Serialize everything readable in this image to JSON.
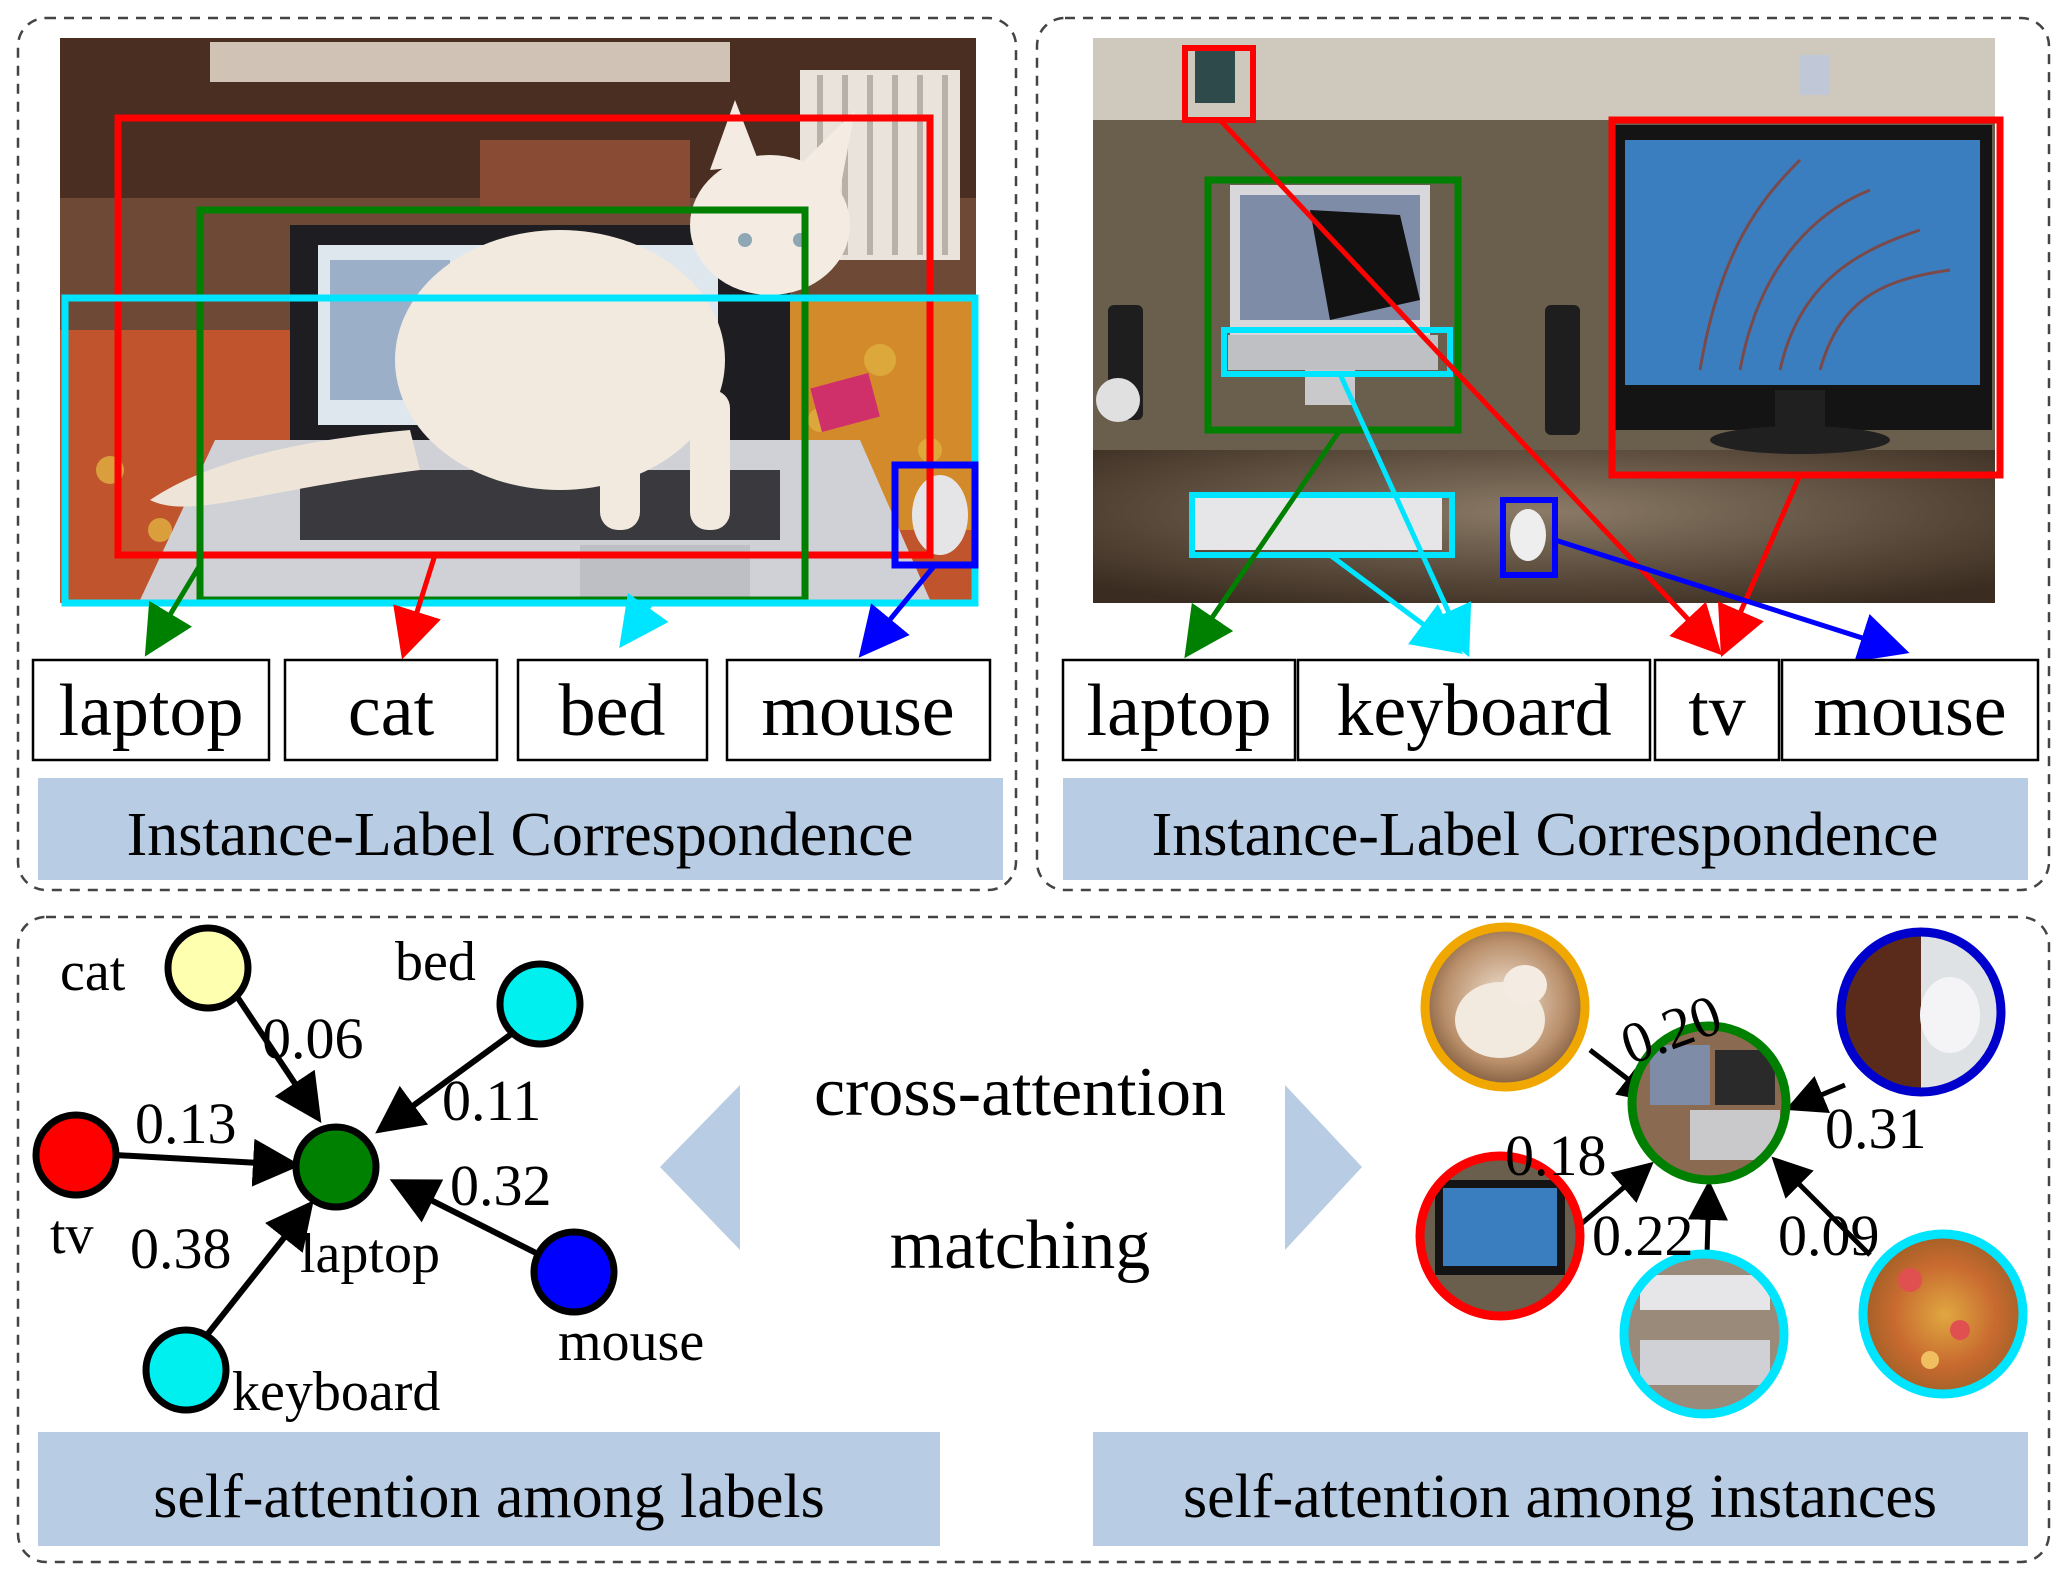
{
  "panel_left": {
    "labels": [
      "laptop",
      "cat",
      "bed",
      "mouse"
    ],
    "caption": "Instance-Label Correspondence",
    "colors": {
      "cat": "#ff0000",
      "laptop": "#008000",
      "bed": "#00e5ff",
      "mouse": "#0000ff"
    }
  },
  "panel_right": {
    "labels": [
      "laptop",
      "keyboard",
      "tv",
      "mouse"
    ],
    "caption": "Instance-Label Correspondence"
  },
  "label_graph": {
    "nodes": {
      "cat": "cat",
      "bed": "bed",
      "tv": "tv",
      "laptop": "laptop",
      "mouse": "mouse",
      "keyboard": "keyboard"
    },
    "weights": {
      "cat": "0.06",
      "bed": "0.11",
      "tv": "0.13",
      "mouse": "0.32",
      "keyboard": "0.38"
    },
    "node_colors": {
      "cat": "#ffffb0",
      "bed": "#00f0f0",
      "tv": "#ff0000",
      "laptop": "#008000",
      "mouse": "#0000ff",
      "keyboard": "#00f0f0"
    },
    "caption": "self-attention among labels"
  },
  "middle": {
    "top": "cross-attention",
    "bottom": "matching",
    "arrow_color": "#b8cce4"
  },
  "instance_graph": {
    "weights": {
      "cat": "0.20",
      "mouse": "0.31",
      "tv": "0.18",
      "keyboard": "0.22",
      "bed": "0.09"
    },
    "ring_colors": {
      "cat": "#f0a800",
      "mouse": "#0000cc",
      "laptop": "#008000",
      "tv": "#ff0000",
      "keyboard": "#00e5ff",
      "bed": "#00e5ff"
    },
    "caption": "self-attention among instances"
  },
  "caption_bg": "#b8cce4"
}
